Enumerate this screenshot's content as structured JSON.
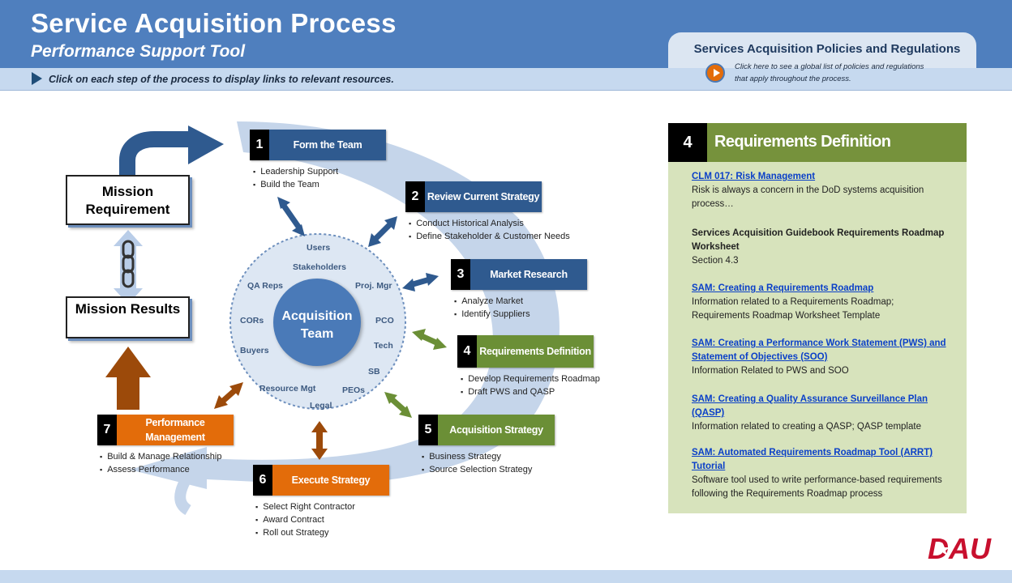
{
  "header": {
    "title": "Service Acquisition Process",
    "subtitle": "Performance Support Tool",
    "instruction": "Click on each step of the process to display links to relevant resources.",
    "policies_heading": "Services Acquisition Policies and Regulations",
    "policies_note": "Click here to see a global list of policies and regulations that apply throughout the process."
  },
  "mission": {
    "requirement": "Mission Requirement",
    "results": "Mission Results"
  },
  "team": {
    "center": "Acquisition Team",
    "members": [
      "Users",
      "Stakeholders",
      "Proj. Mgr",
      "PCO",
      "Tech",
      "SB",
      "PEOs",
      "Legal",
      "Resource Mgt",
      "Buyers",
      "CORs",
      "QA Reps"
    ]
  },
  "steps": [
    {
      "num": "1",
      "label": "Form the Team",
      "bullets": [
        "Leadership Support",
        "Build the Team"
      ]
    },
    {
      "num": "2",
      "label": "Review Current Strategy",
      "bullets": [
        "Conduct Historical Analysis",
        "Define Stakeholder & Customer Needs"
      ]
    },
    {
      "num": "3",
      "label": "Market Research",
      "bullets": [
        "Analyze Market",
        "Identify Suppliers"
      ]
    },
    {
      "num": "4",
      "label": "Requirements Definition",
      "bullets": [
        "Develop Requirements Roadmap",
        "Draft PWS and QASP"
      ]
    },
    {
      "num": "5",
      "label": "Acquisition Strategy",
      "bullets": [
        "Business Strategy",
        "Source Selection Strategy"
      ]
    },
    {
      "num": "6",
      "label": "Execute Strategy",
      "bullets": [
        "Select Right Contractor",
        "Award Contract",
        "Roll out Strategy"
      ]
    },
    {
      "num": "7",
      "label": "Performance Management",
      "bullets": [
        "Build & Manage Relationship",
        "Assess Performance"
      ]
    }
  ],
  "panel": {
    "num": "4",
    "title": "Requirements Definition",
    "resources": [
      {
        "title": "CLM 017: Risk Management",
        "desc": "Risk is always a concern in the DoD systems acquisition process…",
        "link": true
      },
      {
        "title": "Services Acquisition Guidebook Requirements Roadmap Worksheet",
        "desc": "Section 4.3",
        "link": false
      },
      {
        "title": "SAM: Creating a Requirements Roadmap",
        "desc": "Information related to a Requirements Roadmap; Requirements Roadmap Worksheet Template",
        "link": true
      },
      {
        "title": "SAM: Creating a Performance Work Statement (PWS) and Statement of Objectives (SOO)",
        "desc": "Information Related to PWS and SOO",
        "link": true
      },
      {
        "title": "SAM: Creating a Quality Assurance Surveillance Plan (QASP)",
        "desc": "Information related to creating a QASP; QASP template",
        "link": true
      },
      {
        "title": "SAM: Automated Requirements Roadmap Tool (ARRT) Tutorial",
        "desc": "Software tool used to write performance-based requirements following the Requirements Roadmap process",
        "link": true
      }
    ]
  },
  "logo": {
    "text": "DAU"
  },
  "colors": {
    "header_blue": "#4f7fbe",
    "step_blue": "#2f5a8f",
    "step_green": "#6b8f36",
    "step_orange": "#e36c0a",
    "panel_green": "#76923c",
    "panel_bg": "#d7e3bc",
    "link": "#0b40c8"
  }
}
